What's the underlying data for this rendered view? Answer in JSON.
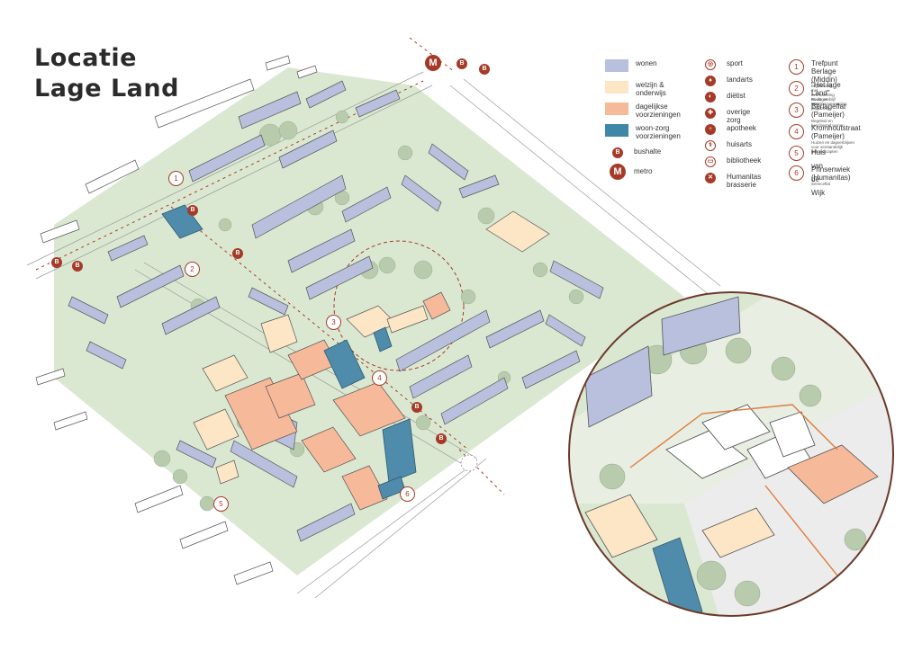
{
  "title_line1": "Locatie",
  "title_line2": "Lage Land",
  "colors": {
    "wonen": "#b9c0dd",
    "welzijn": "#fce6c6",
    "dagelijks": "#f6b99a",
    "woonzorg": "#4f8bab",
    "accent": "#a63a28",
    "green": "#d9e7cf",
    "tree": "#b7c9ab"
  },
  "legend_colors": [
    {
      "label": "wonen",
      "color": "#b9c0dd"
    },
    {
      "label": "welzijn &\nonderwijs",
      "color": "#fce6c6"
    },
    {
      "label": "dagelijkse\nvoorzieningen",
      "color": "#f6b99a"
    },
    {
      "label": "woon-zorg\nvoorzieningen",
      "color": "#3e87a6"
    }
  ],
  "legend_transit": [
    {
      "symbol": "B",
      "label": "bushalte"
    },
    {
      "symbol": "M",
      "label": "metro"
    }
  ],
  "legend_icons": [
    {
      "icon": "sport-icon",
      "glyph": "◎",
      "label": "sport"
    },
    {
      "icon": "tandarts-icon",
      "glyph": "♦",
      "label": "tandarts"
    },
    {
      "icon": "dietist-icon",
      "glyph": "◐",
      "label": "diëtist"
    },
    {
      "icon": "zorg-icon",
      "glyph": "✚",
      "label": "overige zorg"
    },
    {
      "icon": "apotheek-icon",
      "glyph": "♆",
      "label": "apotheek"
    },
    {
      "icon": "huisarts-icon",
      "glyph": "⚕",
      "label": "huisarts"
    },
    {
      "icon": "bibliotheek-icon",
      "glyph": "▭",
      "label": "bibliotheek"
    },
    {
      "icon": "brasserie-icon",
      "glyph": "✕",
      "label": "Humanitas\nbrasserie"
    }
  ],
  "sites": [
    {
      "num": "1",
      "title": "Trefpunt Berlage (Middin)",
      "sub": "begeleiding met overnachting en dagverblijf voor jeugdzorg"
    },
    {
      "num": "2",
      "title": "\"Het lage Land\"",
      "sub": "Buurt- en Speeltuinvereniging"
    },
    {
      "num": "3",
      "title": "Berlageflat (Pameijer)",
      "sub": "Begeleid en beschermd wonen"
    },
    {
      "num": "4",
      "title": "Kromhoutstraat (Pameijer)",
      "sub": "Huizen en dagverblijven voor verstandelijk gehandicapten"
    },
    {
      "num": "5",
      "title": "Huis van de Wijk",
      "sub": ""
    },
    {
      "num": "6",
      "title": "Prinsenwiek (Humanitas)",
      "sub": "Serviceflat"
    }
  ],
  "map_labels": {
    "metro": "M",
    "bus": "B",
    "n1": "1",
    "n2": "2",
    "n3": "3",
    "n4": "4",
    "n5": "5",
    "n6": "6"
  }
}
